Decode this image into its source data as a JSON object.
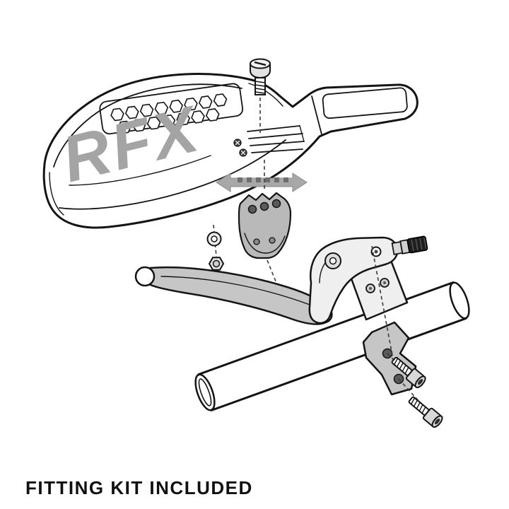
{
  "figure": {
    "type": "exploded-assembly-diagram",
    "caption": "FITTING KIT INCLUDED",
    "logo_text": "RFX",
    "colors": {
      "background": "#ffffff",
      "line": "#141414",
      "part_gray": "#c6c6c6",
      "logo_gray": "#a4a4a4",
      "arrow_gray": "#a8a8a8",
      "adjuster_black": "#1e1e1e"
    },
    "parts": [
      "handguard",
      "mounting-screw",
      "slide-adjust-arrow",
      "mount-bracket",
      "washer",
      "lock-nut",
      "brake-lever",
      "lever-perch",
      "barrel-adjuster",
      "handlebar",
      "bar-clamp",
      "clamp-bolts"
    ]
  }
}
